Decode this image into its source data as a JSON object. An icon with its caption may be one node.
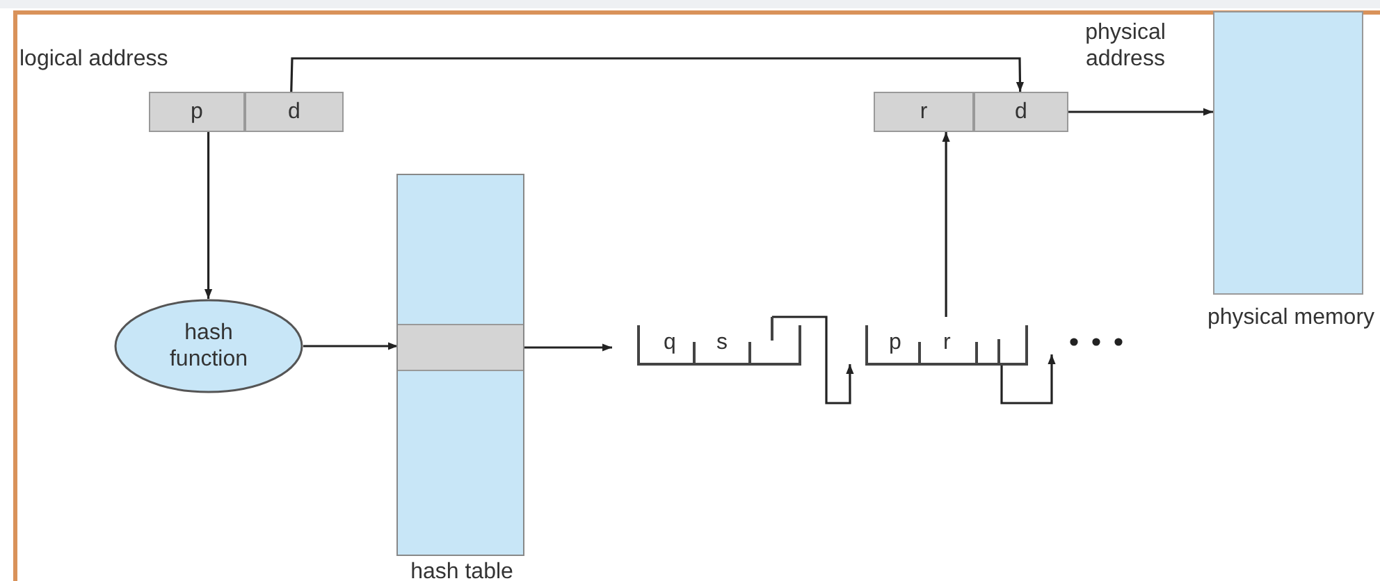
{
  "diagram": {
    "nodes": [
      {
        "text": [
          "p"
        ]
      },
      {
        "text": [
          "d"
        ]
      },
      {
        "text": [
          "hash function"
        ]
      },
      {
        "text": [],
        "shape": "bar",
        "beside": [
          "hash table"
        ]
      },
      {
        "text": [],
        "shape": "box",
        "in": 3
      },
      {
        "text": [
          "q",
          "s"
        ]
      },
      {
        "text": [
          "p",
          "r"
        ]
      },
      {
        "text": [
          "r"
        ]
      },
      {
        "text": [
          "d"
        ]
      },
      {
        "text": [],
        "shape": "box",
        "beside": [
          "physical memory"
        ]
      }
    ],
    "edges": [
      {
        "from": 1,
        "to": 8,
        "arrow": "to"
      },
      {
        "from": 0,
        "to": 2,
        "arrow": "to"
      },
      {
        "from": 2,
        "to": 4,
        "arrow": "to"
      },
      {
        "from": 4,
        "to": 5,
        "arrow": "to"
      },
      {
        "from": 5,
        "to": 6,
        "arrow": "to"
      },
      {
        "from": 6,
        "to": null,
        "arrow": "to"
      },
      {
        "from": 6,
        "to": 7,
        "arrow": "to"
      },
      {
        "from": 8,
        "to": 9,
        "arrow": "to"
      }
    ],
    "labels": [
      "logical address",
      "physical address"
    ]
  }
}
